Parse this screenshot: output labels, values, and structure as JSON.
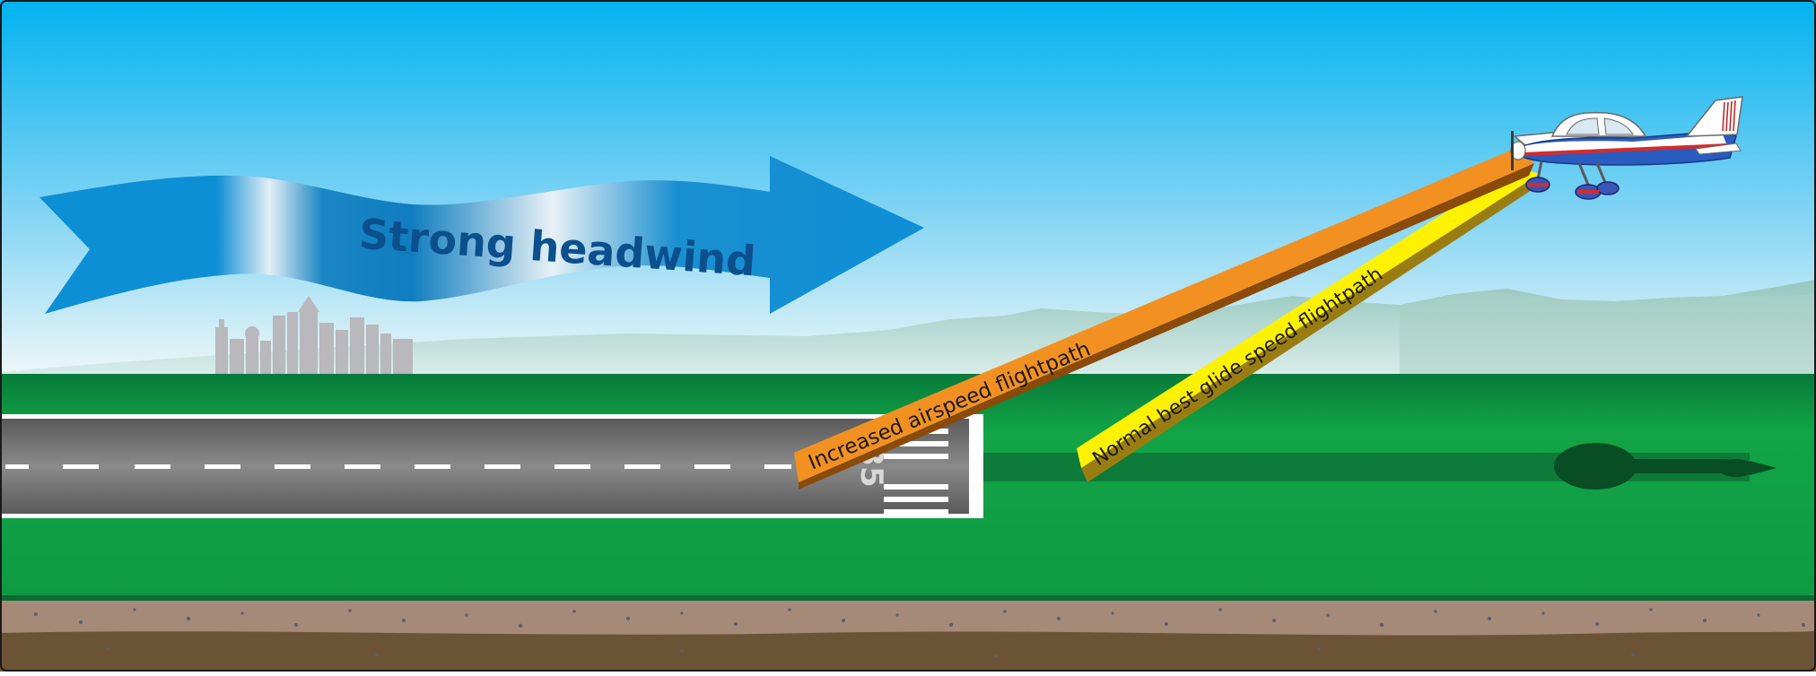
{
  "banner": {
    "label": "Strong headwind"
  },
  "flightpaths": {
    "increased": {
      "label": "Increased airspeed flightpath"
    },
    "normal": {
      "label": "Normal best glide speed flightpath"
    }
  },
  "runway": {
    "number": "35"
  },
  "colors": {
    "sky_top": "#00b2ef",
    "sky_bottom": "#e6f3f6",
    "grass": "#14ab47",
    "grass_dark": "#0a7a35",
    "runway": "#6b6b6b",
    "banner": "#0d8fd6",
    "banner_text": "#0b4f8c",
    "orange_path": "#f29121",
    "yellow_path": "#fff200",
    "dirt": "#a88874",
    "dirt_dark": "#6b5436"
  }
}
